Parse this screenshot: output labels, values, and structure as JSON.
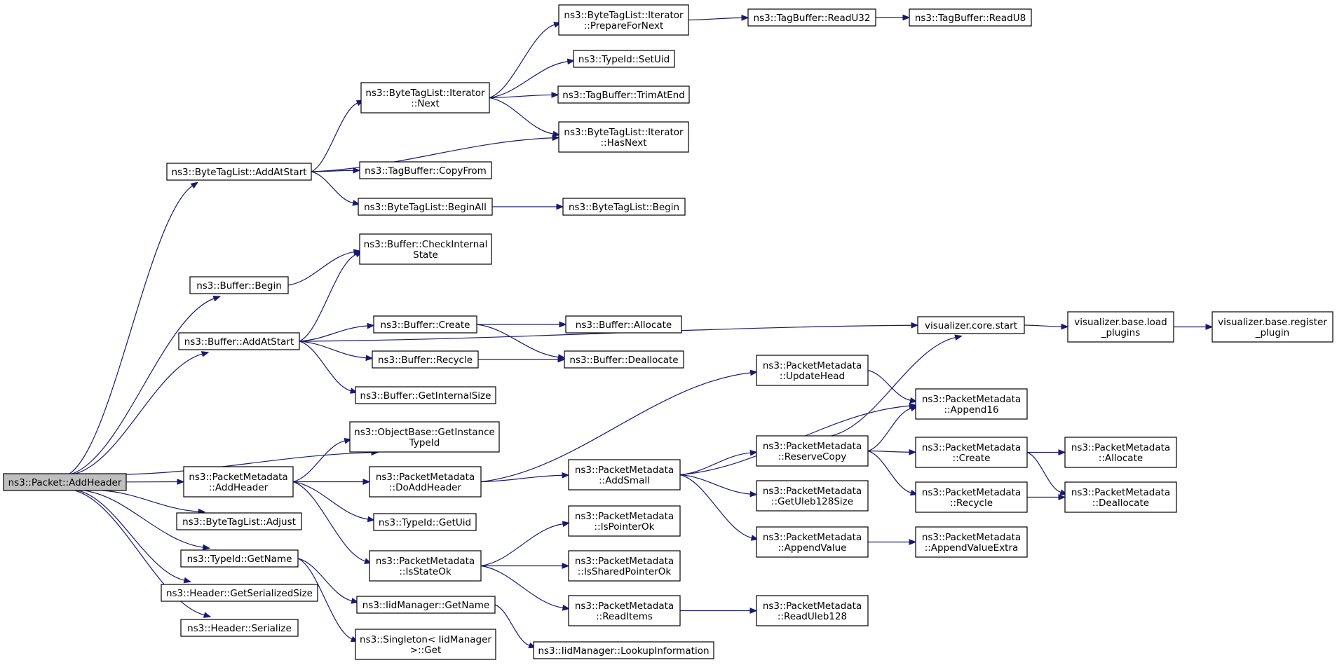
{
  "colors": {
    "edge": "#191970",
    "root_fill": "#bfbfbf",
    "node_fill": "#ffffff",
    "node_border": "#000000"
  },
  "nodes": {
    "packet_addheader": {
      "lines": [
        "ns3::Packet::AddHeader"
      ]
    },
    "btl_addatstart": {
      "lines": [
        "ns3::ByteTagList::AddAtStart"
      ]
    },
    "buffer_begin": {
      "lines": [
        "ns3::Buffer::Begin"
      ]
    },
    "buffer_addatstart": {
      "lines": [
        "ns3::Buffer::AddAtStart"
      ]
    },
    "objectbase_gettid": {
      "lines": [
        "ns3::ObjectBase::GetInstance",
        "TypeId"
      ]
    },
    "pm_addheader": {
      "lines": [
        "ns3::PacketMetadata",
        "::AddHeader"
      ]
    },
    "btl_adjust": {
      "lines": [
        "ns3::ByteTagList::Adjust"
      ]
    },
    "typeid_getname": {
      "lines": [
        "ns3::TypeId::GetName"
      ]
    },
    "header_getsersize": {
      "lines": [
        "ns3::Header::GetSerializedSize"
      ]
    },
    "header_serialize": {
      "lines": [
        "ns3::Header::Serialize"
      ]
    },
    "btli_next": {
      "lines": [
        "ns3::ByteTagList::Iterator",
        "::Next"
      ]
    },
    "tagbuffer_copyfrom": {
      "lines": [
        "ns3::TagBuffer::CopyFrom"
      ]
    },
    "btl_beginall": {
      "lines": [
        "ns3::ByteTagList::BeginAll"
      ]
    },
    "buffer_checkinternal": {
      "lines": [
        "ns3::Buffer::CheckInternal",
        "State"
      ]
    },
    "buffer_create": {
      "lines": [
        "ns3::Buffer::Create"
      ]
    },
    "buffer_recycle": {
      "lines": [
        "ns3::Buffer::Recycle"
      ]
    },
    "buffer_getinternalsize": {
      "lines": [
        "ns3::Buffer::GetInternalSize"
      ]
    },
    "pm_doaddheader": {
      "lines": [
        "ns3::PacketMetadata",
        "::DoAddHeader"
      ]
    },
    "typeid_getuid": {
      "lines": [
        "ns3::TypeId::GetUid"
      ]
    },
    "pm_isstateok": {
      "lines": [
        "ns3::PacketMetadata",
        "::IsStateOk"
      ]
    },
    "iid_getname": {
      "lines": [
        "ns3::IidManager::GetName"
      ]
    },
    "singleton_get": {
      "lines": [
        "ns3::Singleton< IidManager",
        ">::Get"
      ]
    },
    "btli_preparefornext": {
      "lines": [
        "ns3::ByteTagList::Iterator",
        "::PrepareForNext"
      ]
    },
    "typeid_setuid": {
      "lines": [
        "ns3::TypeId::SetUid"
      ]
    },
    "tagbuffer_trimatend": {
      "lines": [
        "ns3::TagBuffer::TrimAtEnd"
      ]
    },
    "btli_hasnext": {
      "lines": [
        "ns3::ByteTagList::Iterator",
        "::HasNext"
      ]
    },
    "btl_begin": {
      "lines": [
        "ns3::ByteTagList::Begin"
      ]
    },
    "buffer_allocate": {
      "lines": [
        "ns3::Buffer::Allocate"
      ]
    },
    "buffer_deallocate": {
      "lines": [
        "ns3::Buffer::Deallocate"
      ]
    },
    "pm_addsmall": {
      "lines": [
        "ns3::PacketMetadata",
        "::AddSmall"
      ]
    },
    "pm_ispointerok": {
      "lines": [
        "ns3::PacketMetadata",
        "::IsPointerOk"
      ]
    },
    "pm_issharedpointerok": {
      "lines": [
        "ns3::PacketMetadata",
        "::IsSharedPointerOk"
      ]
    },
    "pm_readitems": {
      "lines": [
        "ns3::PacketMetadata",
        "::ReadItems"
      ]
    },
    "iid_lookupinfo": {
      "lines": [
        "ns3::IidManager::LookupInformation"
      ]
    },
    "tagbuffer_readu32": {
      "lines": [
        "ns3::TagBuffer::ReadU32"
      ]
    },
    "tagbuffer_readu8": {
      "lines": [
        "ns3::TagBuffer::ReadU8"
      ]
    },
    "visualizer_core_start": {
      "lines": [
        "visualizer.core.start"
      ]
    },
    "pm_updatehead": {
      "lines": [
        "ns3::PacketMetadata",
        "::UpdateHead"
      ]
    },
    "pm_reservecopy": {
      "lines": [
        "ns3::PacketMetadata",
        "::ReserveCopy"
      ]
    },
    "pm_getuleb128size": {
      "lines": [
        "ns3::PacketMetadata",
        "::GetUleb128Size"
      ]
    },
    "pm_appendvalue": {
      "lines": [
        "ns3::PacketMetadata",
        "::AppendValue"
      ]
    },
    "pm_readuleb128": {
      "lines": [
        "ns3::PacketMetadata",
        "::ReadUleb128"
      ]
    },
    "visualizer_loadplugins": {
      "lines": [
        "visualizer.base.load",
        "_plugins"
      ]
    },
    "pm_append16": {
      "lines": [
        "ns3::PacketMetadata",
        "::Append16"
      ]
    },
    "pm_create": {
      "lines": [
        "ns3::PacketMetadata",
        "::Create"
      ]
    },
    "pm_recycle": {
      "lines": [
        "ns3::PacketMetadata",
        "::Recycle"
      ]
    },
    "pm_appendvalueextra": {
      "lines": [
        "ns3::PacketMetadata",
        "::AppendValueExtra"
      ]
    },
    "visualizer_registerplugin": {
      "lines": [
        "visualizer.base.register",
        "_plugin"
      ]
    },
    "pm_allocate": {
      "lines": [
        "ns3::PacketMetadata",
        "::Allocate"
      ]
    },
    "pm_deallocate": {
      "lines": [
        "ns3::PacketMetadata",
        "::Deallocate"
      ]
    }
  },
  "edges": [
    [
      "packet_addheader",
      "btl_addatstart"
    ],
    [
      "packet_addheader",
      "buffer_begin"
    ],
    [
      "packet_addheader",
      "buffer_addatstart"
    ],
    [
      "packet_addheader",
      "objectbase_gettid"
    ],
    [
      "packet_addheader",
      "pm_addheader"
    ],
    [
      "packet_addheader",
      "btl_adjust"
    ],
    [
      "packet_addheader",
      "typeid_getname"
    ],
    [
      "packet_addheader",
      "header_getsersize"
    ],
    [
      "packet_addheader",
      "header_serialize"
    ],
    [
      "btl_addatstart",
      "btli_next"
    ],
    [
      "btl_addatstart",
      "btli_hasnext"
    ],
    [
      "btl_addatstart",
      "tagbuffer_copyfrom"
    ],
    [
      "btl_addatstart",
      "btl_beginall"
    ],
    [
      "btli_next",
      "btli_preparefornext"
    ],
    [
      "btli_next",
      "typeid_setuid"
    ],
    [
      "btli_next",
      "tagbuffer_trimatend"
    ],
    [
      "btli_next",
      "btli_hasnext"
    ],
    [
      "btli_preparefornext",
      "tagbuffer_readu32"
    ],
    [
      "tagbuffer_readu32",
      "tagbuffer_readu8"
    ],
    [
      "btl_beginall",
      "btl_begin"
    ],
    [
      "buffer_begin",
      "buffer_checkinternal"
    ],
    [
      "buffer_addatstart",
      "buffer_checkinternal"
    ],
    [
      "buffer_addatstart",
      "visualizer_core_start"
    ],
    [
      "buffer_addatstart",
      "buffer_create"
    ],
    [
      "buffer_addatstart",
      "buffer_recycle"
    ],
    [
      "buffer_addatstart",
      "buffer_getinternalsize"
    ],
    [
      "buffer_create",
      "buffer_allocate"
    ],
    [
      "buffer_create",
      "buffer_deallocate"
    ],
    [
      "buffer_recycle",
      "buffer_deallocate"
    ],
    [
      "visualizer_core_start",
      "visualizer_loadplugins"
    ],
    [
      "visualizer_loadplugins",
      "visualizer_registerplugin"
    ],
    [
      "pm_addheader",
      "objectbase_gettid"
    ],
    [
      "pm_addheader",
      "pm_doaddheader"
    ],
    [
      "pm_addheader",
      "typeid_getuid"
    ],
    [
      "pm_addheader",
      "pm_isstateok"
    ],
    [
      "pm_doaddheader",
      "pm_updatehead"
    ],
    [
      "pm_doaddheader",
      "pm_addsmall"
    ],
    [
      "pm_updatehead",
      "pm_append16"
    ],
    [
      "pm_addsmall",
      "pm_append16"
    ],
    [
      "pm_addsmall",
      "pm_reservecopy"
    ],
    [
      "pm_addsmall",
      "pm_getuleb128size"
    ],
    [
      "pm_addsmall",
      "pm_appendvalue"
    ],
    [
      "pm_reservecopy",
      "visualizer_core_start"
    ],
    [
      "pm_reservecopy",
      "pm_append16"
    ],
    [
      "pm_reservecopy",
      "pm_create"
    ],
    [
      "pm_reservecopy",
      "pm_recycle"
    ],
    [
      "pm_create",
      "pm_allocate"
    ],
    [
      "pm_create",
      "pm_deallocate"
    ],
    [
      "pm_recycle",
      "pm_deallocate"
    ],
    [
      "pm_appendvalue",
      "pm_appendvalueextra"
    ],
    [
      "pm_isstateok",
      "pm_ispointerok"
    ],
    [
      "pm_isstateok",
      "pm_issharedpointerok"
    ],
    [
      "pm_isstateok",
      "pm_readitems"
    ],
    [
      "pm_readitems",
      "pm_readuleb128"
    ],
    [
      "typeid_getname",
      "iid_getname"
    ],
    [
      "typeid_getname",
      "singleton_get"
    ],
    [
      "iid_getname",
      "iid_lookupinfo"
    ]
  ]
}
